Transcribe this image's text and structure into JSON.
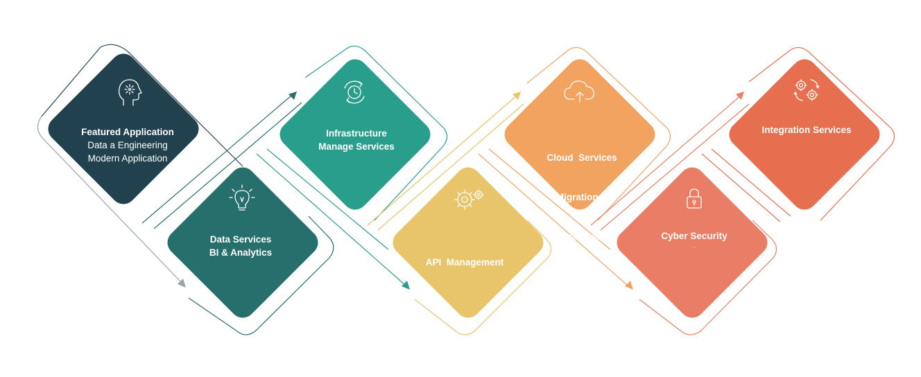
{
  "colors": {
    "navy": "#22414F",
    "teal_dark": "#276F6C",
    "teal": "#2A9E8D",
    "yellow": "#E8C46A",
    "orange_light": "#F2A360",
    "salmon": "#EA7D65",
    "orange_red": "#E66F4F"
  },
  "items": [
    {
      "icon": "head-brain-icon",
      "lines": [
        "Featured Application",
        "Data a Engineering",
        "Modern Application"
      ]
    },
    {
      "icon": "lightbulb-icon",
      "lines": [
        "Data Services",
        "BI & Analytics"
      ]
    },
    {
      "icon": "clock-cycle-icon",
      "lines": [
        "Infrastructure",
        "Manage Services"
      ]
    },
    {
      "icon": "gears-icon",
      "lines": [
        "API  Management"
      ]
    },
    {
      "icon": "cloud-upload-icon",
      "lines": [
        "Cloud  Services",
        "Migration &",
        "Management"
      ]
    },
    {
      "icon": "lock-icon",
      "lines": [
        "Cyber Security",
        "."
      ]
    },
    {
      "icon": "gears-cycle-icon",
      "lines": [
        "Integration Services"
      ]
    }
  ]
}
